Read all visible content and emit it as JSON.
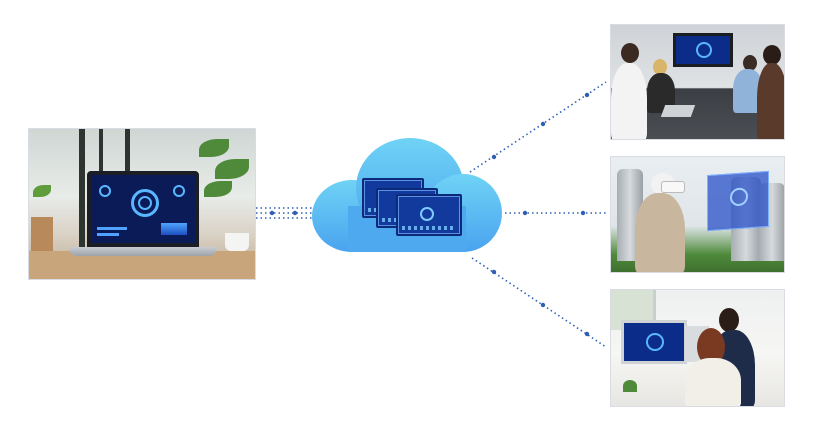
{
  "diagram": {
    "nodes": [
      {
        "id": "source",
        "icon": "laptop-dashboard-photo"
      },
      {
        "id": "cloud",
        "icon": "cloud-icon"
      },
      {
        "id": "target-1",
        "icon": "meeting-room-display-photo"
      },
      {
        "id": "target-2",
        "icon": "vr-headset-hologram-photo"
      },
      {
        "id": "target-3",
        "icon": "office-monitor-photo"
      }
    ],
    "edges": [
      {
        "from": "source",
        "to": "cloud",
        "style": "dotted-triple"
      },
      {
        "from": "cloud",
        "to": "target-1",
        "style": "dotted"
      },
      {
        "from": "cloud",
        "to": "target-2",
        "style": "dotted"
      },
      {
        "from": "cloud",
        "to": "target-3",
        "style": "dotted"
      }
    ],
    "colors": {
      "cloud_top": "#6fd3f5",
      "cloud_bottom": "#4aa3ef",
      "dashboard_blue": "#123a9c",
      "link_dots": "#2f5fb5"
    }
  }
}
